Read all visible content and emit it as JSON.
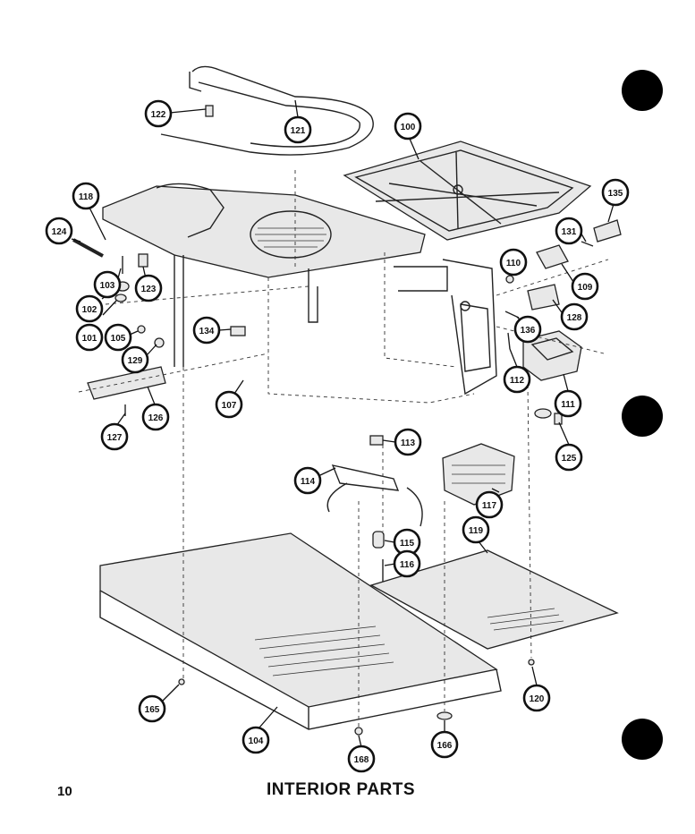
{
  "page_number": "10",
  "title": "INTERIOR PARTS",
  "callouts": [
    {
      "id": "c121",
      "label": "121"
    },
    {
      "id": "c122",
      "label": "122"
    },
    {
      "id": "c100",
      "label": "100"
    },
    {
      "id": "c118",
      "label": "118"
    },
    {
      "id": "c135",
      "label": "135"
    },
    {
      "id": "c124",
      "label": "124"
    },
    {
      "id": "c131",
      "label": "131"
    },
    {
      "id": "c103",
      "label": "103"
    },
    {
      "id": "c123",
      "label": "123"
    },
    {
      "id": "c110",
      "label": "110"
    },
    {
      "id": "c109",
      "label": "109"
    },
    {
      "id": "c102",
      "label": "102"
    },
    {
      "id": "c128",
      "label": "128"
    },
    {
      "id": "c101",
      "label": "101"
    },
    {
      "id": "c105",
      "label": "105"
    },
    {
      "id": "c134",
      "label": "134"
    },
    {
      "id": "c136",
      "label": "136"
    },
    {
      "id": "c129",
      "label": "129"
    },
    {
      "id": "c112",
      "label": "112"
    },
    {
      "id": "c111",
      "label": "111"
    },
    {
      "id": "c107",
      "label": "107"
    },
    {
      "id": "c126",
      "label": "126"
    },
    {
      "id": "c127",
      "label": "127"
    },
    {
      "id": "c113",
      "label": "113"
    },
    {
      "id": "c125",
      "label": "125"
    },
    {
      "id": "c114",
      "label": "114"
    },
    {
      "id": "c117",
      "label": "117"
    },
    {
      "id": "c119",
      "label": "119"
    },
    {
      "id": "c115",
      "label": "115"
    },
    {
      "id": "c116",
      "label": "116"
    },
    {
      "id": "c165",
      "label": "165"
    },
    {
      "id": "c120",
      "label": "120"
    },
    {
      "id": "c104",
      "label": "104"
    },
    {
      "id": "c166",
      "label": "166"
    },
    {
      "id": "c168",
      "label": "168"
    }
  ]
}
